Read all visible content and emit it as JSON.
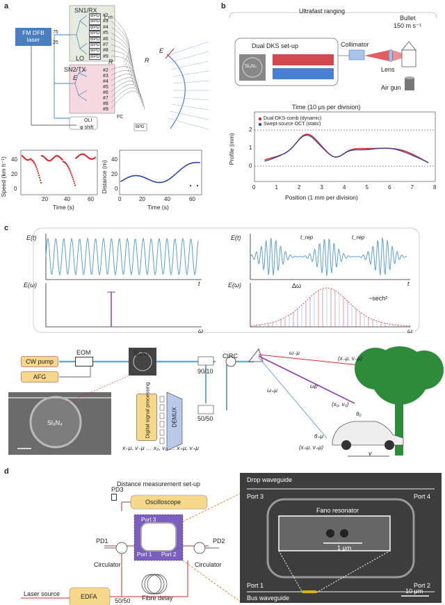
{
  "panel_a": {
    "letter": "a",
    "laser": "FM DFB\nlaser",
    "laser_l1": "FM DFB",
    "laser_l2": "laser",
    "split_75": "75",
    "split_25": "25",
    "sn1": "SN1/RX",
    "sn2": "SN2/TX",
    "lo": "LO",
    "bpd": "BPD",
    "ports": [
      "#2",
      "#3",
      "#4",
      "#5",
      "#6",
      "#7",
      "#8",
      "#9"
    ],
    "tm": "t_m",
    "R": "R",
    "E": "E",
    "fc": "FC",
    "oli": "OLI",
    "phi_shift": "φ shift",
    "speed_plot": {
      "ylabel": "Speed (km h⁻¹)",
      "xlabel": "Time (s)",
      "yticks": [
        "0",
        "20",
        "40"
      ],
      "xticks": [
        "20",
        "40",
        "60"
      ]
    },
    "distance_plot": {
      "ylabel": "Distance (m)",
      "xlabel": "Time (s)",
      "yticks": [
        "0",
        "20",
        "40"
      ],
      "xticks": [
        "0",
        "20",
        "40",
        "60"
      ]
    }
  },
  "panel_b": {
    "letter": "b",
    "title": "Ultrafast ranging",
    "dual_dks": "Dual DKS set-up",
    "si3n4": "Si₃N₄",
    "collimator": "Collimator",
    "lens": "Lens",
    "bullet": "Bullet",
    "bullet_speed": "150 m s⁻¹",
    "air_gun": "Air gun",
    "plot": {
      "top_label": "Time (10 μs per division)",
      "xlabel": "Position (1 mm per division)",
      "ylabel": "Profile (mm)",
      "legend": [
        "Dual-DKS-comb (dynamic)",
        "Swept-source OCT (static)"
      ],
      "xticks": [
        "0",
        "1",
        "2",
        "3",
        "4",
        "5",
        "6",
        "7",
        "8"
      ],
      "yticks": [
        "0",
        "1",
        "2"
      ]
    }
  },
  "panel_c": {
    "letter": "c",
    "Et": "E(t)",
    "Ew": "E(ω)",
    "t": "t",
    "w": "ω",
    "trep": "t_rep",
    "dw": "Δω",
    "sech": "~sech²",
    "cw_pump": "CW pump",
    "afg": "AFG",
    "eom": "EOM",
    "si3n4": "Si₃N₄",
    "split_90_10": "90/10",
    "circ": "CIRC",
    "split_50_50": "50/50",
    "dsp": "Digital signal processing",
    "demux": "DEMUX",
    "coords": "x₋μ, v₋μ … x₀, v₀ … x₊μ, v₊μ",
    "w_minus": "ω₋μ",
    "w_p": "ωp",
    "w_plus": "ω₊μ",
    "pt_minus": "(x₋μ, v₋μ)",
    "pt_zero": "(x₀, v₀)",
    "pt_plus": "(x₊μ, v₊μ)",
    "theta0": "θ₀",
    "theta_plus": "θ₊μ",
    "v": "v"
  },
  "panel_d": {
    "letter": "d",
    "title": "Distance measurement set-up",
    "pd1": "PD1",
    "pd2": "PD2",
    "pd3": "PD3",
    "oscilloscope": "Oscilloscope",
    "circulator": "Circulator",
    "laser_source": "Laser source",
    "edfa": "EDFA",
    "split_50_50": "50/50",
    "fibre_delay": "Fibre delay",
    "port1": "Port 1",
    "port2": "Port 2",
    "port3": "Port 3",
    "port4": "Port 4",
    "drop_wg": "Drop waveguide",
    "bus_wg": "Bus waveguide",
    "fano": "Fano resonator",
    "scale_1um": "1 μm",
    "scale_10um": "10 μm"
  },
  "colors": {
    "laser_blue": "#4a7fbf",
    "sn1_bg": "#e6ebe0",
    "sn2_bg": "#f6d9e0",
    "red_data": "#d9262b",
    "blue_data": "#2a4aa8",
    "teal": "#6aaccc",
    "orange_box": "#f5d88a",
    "purple": "#8e3ab5",
    "tree_green": "#2e8b3a"
  }
}
